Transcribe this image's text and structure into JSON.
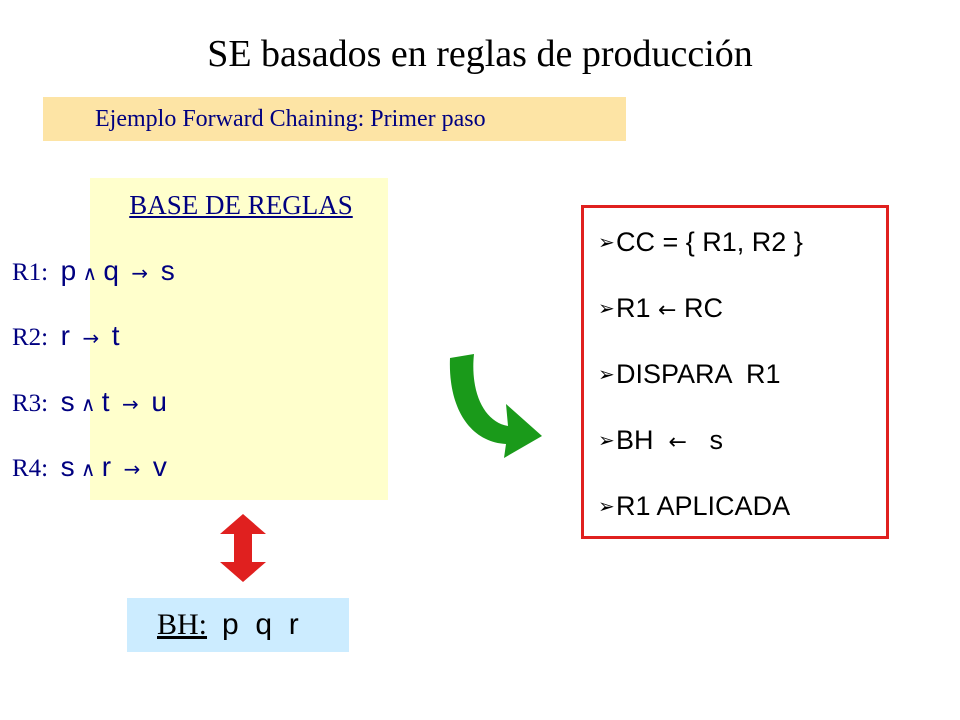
{
  "title": "SE basados en reglas de producción",
  "subtitle": "Ejemplo Forward Chaining: Primer paso",
  "rules_base": {
    "header": "BASE DE REGLAS",
    "rules": [
      {
        "label": "R1:",
        "a": "p",
        "op1": "∧",
        "b": "q",
        "imp": "→",
        "c": "s"
      },
      {
        "label": "R2:",
        "a": "r",
        "imp": "→",
        "c": "t"
      },
      {
        "label": "R3:",
        "a": "s",
        "op1": "∧",
        "b": "t",
        "imp": "→",
        "c": "u"
      },
      {
        "label": "R4:",
        "a": "s",
        "op1": "∧",
        "b": "r",
        "imp": "→",
        "c": "v"
      }
    ]
  },
  "facts_base": {
    "label": "BH:",
    "values": "p  q  r"
  },
  "steps": {
    "bullet": "➢",
    "items": [
      {
        "pre": "CC = { R1, R2 }"
      },
      {
        "pre": "R1 ",
        "op": "←",
        "post": " RC"
      },
      {
        "pre": "DISPARA  R1"
      },
      {
        "pre": "BH  ",
        "op": "←",
        "post": "   s"
      },
      {
        "pre": "R1 APLICADA"
      }
    ]
  },
  "colors": {
    "subtitle_bg": "#fde4a5",
    "rules_bg": "#ffffcc",
    "bh_bg": "#ccecff",
    "steps_border": "#e0201f",
    "double_arrow": "#e0201f",
    "curved_arrow": "#1a9a1a",
    "navy_text": "#000080"
  },
  "icons": {
    "double_arrow": "double-vertical-arrow-icon",
    "curved_arrow": "curved-right-arrow-icon"
  }
}
